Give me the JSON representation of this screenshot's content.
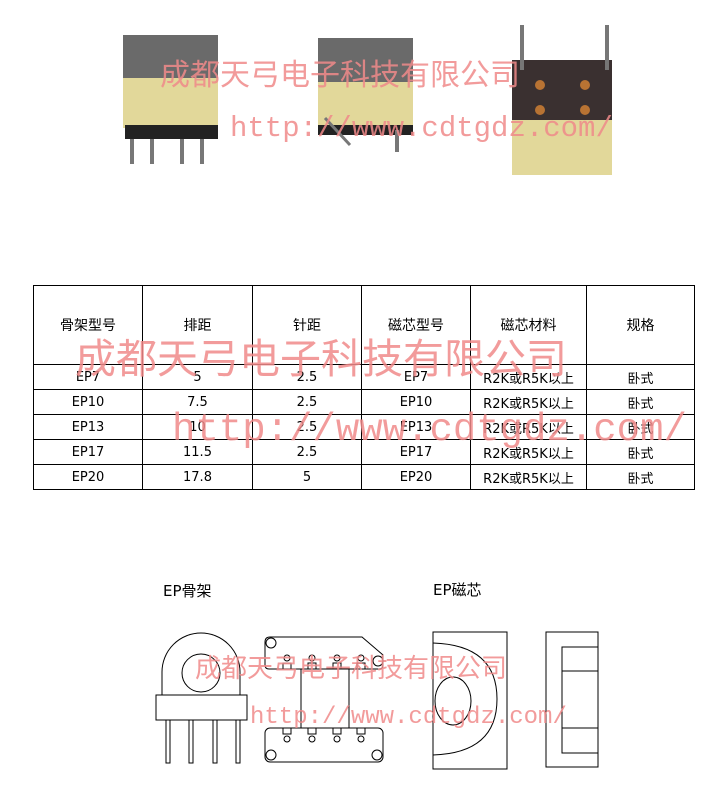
{
  "watermark": {
    "company": "成都天弓电子科技有限公司",
    "url": "http://www.cdtgdz.com/"
  },
  "table": {
    "headers": [
      "骨架型号",
      "排距",
      "针距",
      "磁芯型号",
      "磁芯材料",
      "规格"
    ],
    "rows": [
      [
        "EP7",
        "5",
        "2.5",
        "EP7",
        "R2K或R5K以上",
        "卧式"
      ],
      [
        "EP10",
        "7.5",
        "2.5",
        "EP10",
        "R2K或R5K以上",
        "卧式"
      ],
      [
        "EP13",
        "10",
        "2.5",
        "EP13",
        "R2K或R5K以上",
        "卧式"
      ],
      [
        "EP17",
        "11.5",
        "2.5",
        "EP17",
        "R2K或R5K以上",
        "卧式"
      ],
      [
        "EP20",
        "17.8",
        "5",
        "EP20",
        "R2K或R5K以上",
        "卧式"
      ]
    ]
  },
  "diagrams": {
    "bobbin_label": "EP骨架",
    "core_label": "EP磁芯"
  }
}
